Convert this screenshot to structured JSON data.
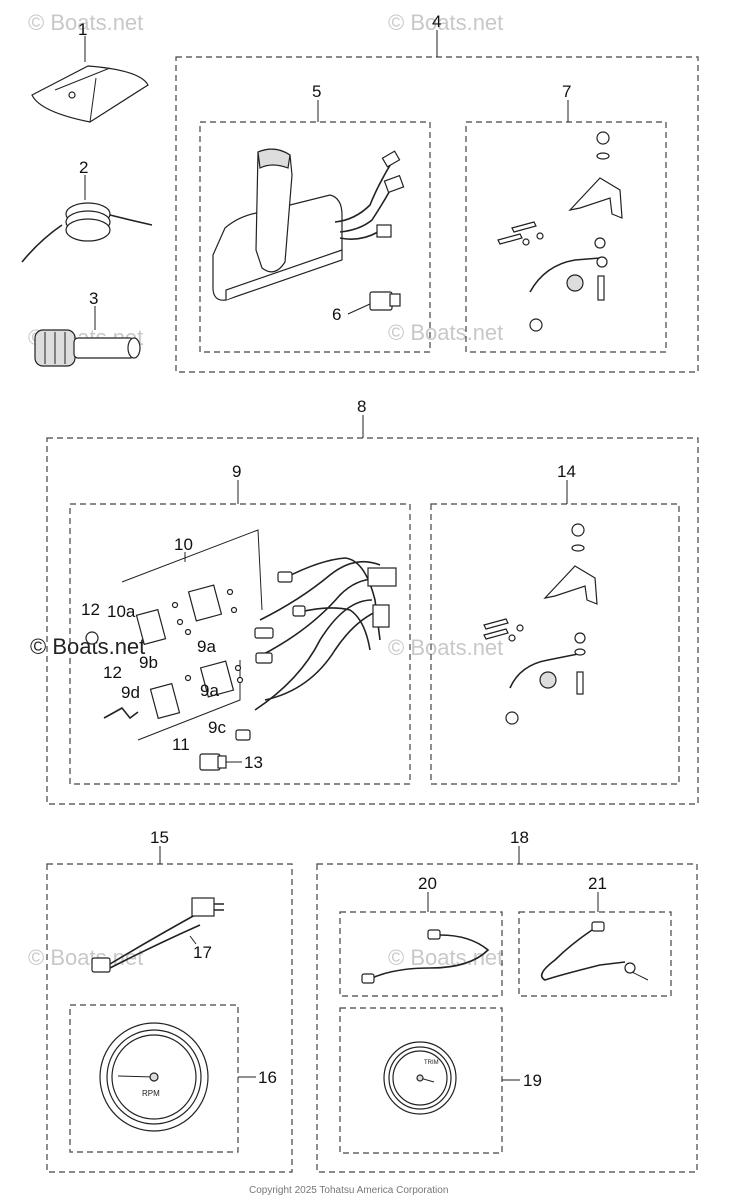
{
  "watermark": "© Boats.net",
  "copyright": "Copyright 2025 Tohatsu America Corporation",
  "callouts": {
    "c1": "1",
    "c2": "2",
    "c3": "3",
    "c4": "4",
    "c5": "5",
    "c6": "6",
    "c7": "7",
    "c8": "8",
    "c9": "9",
    "c9a_1": "9a",
    "c9a_2": "9a",
    "c9b": "9b",
    "c9c": "9c",
    "c9d": "9d",
    "c10": "10",
    "c10a": "10a",
    "c11": "11",
    "c12_1": "12",
    "c12_2": "12",
    "c13": "13",
    "c14": "14",
    "c15": "15",
    "c16": "16",
    "c17": "17",
    "c18": "18",
    "c19": "19",
    "c20": "20",
    "c21": "21"
  },
  "gauges": {
    "tach_label": "RPM",
    "trim_label": "TRIM"
  }
}
